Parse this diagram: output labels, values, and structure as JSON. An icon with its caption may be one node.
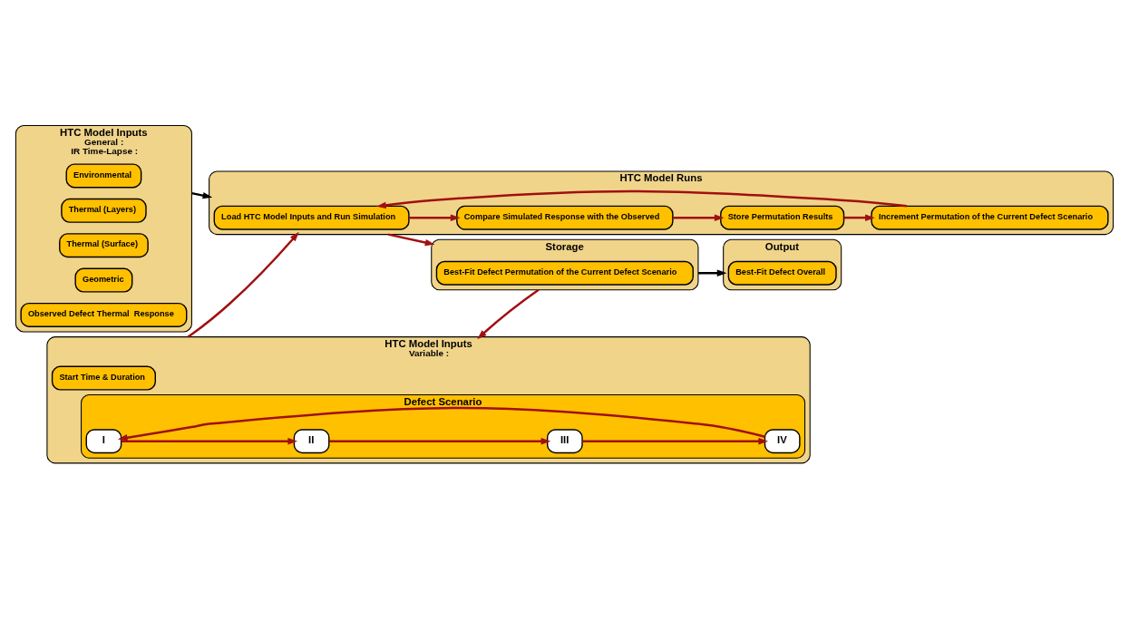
{
  "diagram": {
    "nodes": [
      {
        "text": [
          "HTC Model Inputs",
          "General :",
          "IR Time-Lapse :"
        ]
      },
      {
        "text": [
          "Environmental"
        ],
        "in": 0
      },
      {
        "text": [
          "Thermal (Layers)"
        ],
        "in": 0
      },
      {
        "text": [
          "Thermal (Surface)"
        ],
        "in": 0
      },
      {
        "text": [
          "Geometric"
        ],
        "in": 0
      },
      {
        "text": [
          "Observed Defect Thermal  Response"
        ],
        "in": 0
      },
      {
        "text": [
          "HTC Model Inputs",
          "Variable :"
        ]
      },
      {
        "text": [
          "Start Time & Duration"
        ],
        "in": 6
      },
      {
        "text": [
          "Defect Scenario"
        ],
        "in": 6
      },
      {
        "text": [
          "I"
        ],
        "in": 8
      },
      {
        "text": [
          "II"
        ],
        "in": 8
      },
      {
        "text": [
          "III"
        ],
        "in": 8
      },
      {
        "text": [
          "IV"
        ],
        "in": 8
      },
      {
        "text": [
          "HTC Model Runs"
        ]
      },
      {
        "text": [
          "Load HTC Model Inputs and Run Simulation"
        ],
        "in": 13
      },
      {
        "text": [
          "Compare Simulated Response with the Observed"
        ],
        "in": 13
      },
      {
        "text": [
          "Store Permutation Results"
        ],
        "in": 13
      },
      {
        "text": [
          "Increment Permutation of the Current Defect Scenario"
        ],
        "in": 13
      },
      {
        "text": [
          "Storage"
        ]
      },
      {
        "text": [
          "Best-Fit Defect Permutation of the Current Defect Scenario"
        ],
        "in": 18
      },
      {
        "text": [
          "Output"
        ]
      },
      {
        "text": [
          "Best-Fit Defect Overall"
        ],
        "in": 20
      }
    ],
    "edges": [
      {
        "from": 0,
        "to": 13,
        "arrow": "to",
        "color": "#000000"
      },
      {
        "from": 6,
        "to": 13,
        "arrow": "to"
      },
      {
        "from": 12,
        "to": 9,
        "arrow": "to"
      },
      {
        "from": 9,
        "to": 10,
        "arrow": "to"
      },
      {
        "from": 10,
        "to": 11,
        "arrow": "to"
      },
      {
        "from": 11,
        "to": 12,
        "arrow": "to"
      },
      {
        "from": 14,
        "to": 15,
        "arrow": "to"
      },
      {
        "from": 15,
        "to": 16,
        "arrow": "to"
      },
      {
        "from": 16,
        "to": 17,
        "arrow": "to"
      },
      {
        "from": 17,
        "to": 14,
        "arrow": "to"
      },
      {
        "from": 13,
        "to": 18,
        "arrow": "to"
      },
      {
        "from": 18,
        "to": 20,
        "arrow": "to",
        "color": "#000000"
      },
      {
        "from": 18,
        "to": 6,
        "arrow": "to"
      }
    ]
  }
}
